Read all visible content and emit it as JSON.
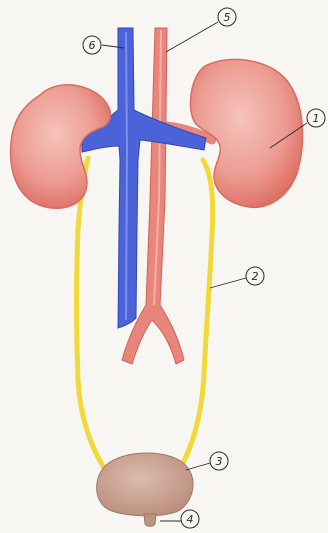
{
  "labels": [
    {
      "id": "1",
      "text": "1",
      "target": "kidney"
    },
    {
      "id": "2",
      "text": "2",
      "target": "ureter"
    },
    {
      "id": "3",
      "text": "3",
      "target": "bladder"
    },
    {
      "id": "4",
      "text": "4",
      "target": "urethra"
    },
    {
      "id": "5",
      "text": "5",
      "target": "aorta"
    },
    {
      "id": "6",
      "text": "6",
      "target": "vena-cava"
    }
  ],
  "colors": {
    "kidney": "#ea9a91",
    "kidney_edge": "#d9695e",
    "artery": "#e8857a",
    "vein": "#4a63d8",
    "ureter": "#f3dc3a",
    "bladder": "#c9a08e",
    "paper": "#f7f6f2"
  }
}
